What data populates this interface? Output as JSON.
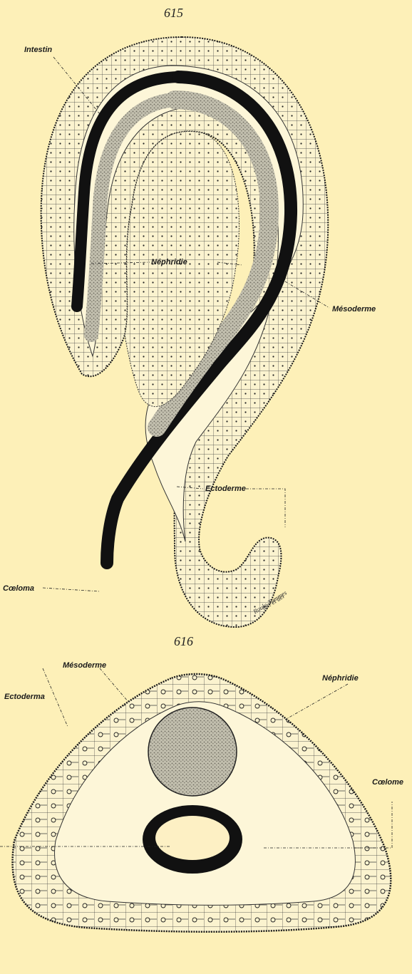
{
  "figures": [
    {
      "number": "615",
      "labels": {
        "intestin": "Intestin",
        "nephridie": "Néphridie",
        "mesoderme": "Mésoderme",
        "ectoderme": "Ectoderme",
        "coeloma": "Cœloma"
      },
      "signature": [
        "Roule-Tummes",
        "inv. et del"
      ]
    },
    {
      "number": "616",
      "labels": {
        "mesoderme": "Mésoderme",
        "nephridie": "Néphridie",
        "ectoderme": "Ectoderma",
        "coelome": "Cœlome"
      }
    }
  ],
  "colors": {
    "paper": "#fdf0b8",
    "ink": "#111111",
    "tissue": "#fbf3cf",
    "nephridie": "#b8b5a4"
  }
}
